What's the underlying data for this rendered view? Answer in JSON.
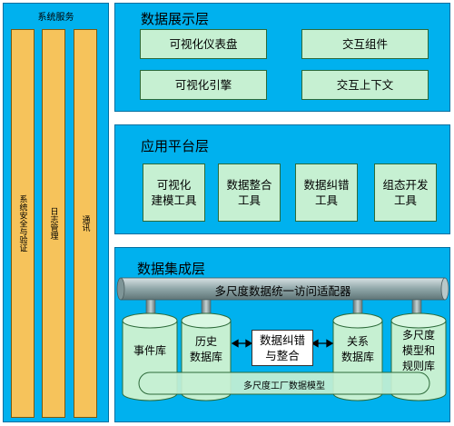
{
  "system_services": {
    "title": "系统服务",
    "columns": [
      "系统安全与验证",
      "日志管理",
      "通讯"
    ]
  },
  "display_layer": {
    "title": "数据展示层",
    "boxes": [
      "可视化仪表盘",
      "交互组件",
      "可视化引擎",
      "交互上下文"
    ]
  },
  "platform_layer": {
    "title": "应用平台层",
    "boxes": [
      "可视化\n建模工具",
      "数据整合\n工具",
      "数据纠错\n工具",
      "组态开发\n工具"
    ]
  },
  "integration_layer": {
    "title": "数据集成层",
    "adapter": "多尺度数据统一访问适配器",
    "databases": [
      "事件库",
      "历史\n数据库",
      "关系\n数据库",
      "多尺度\n模型和\n规则库"
    ],
    "process_box": "数据纠错\n与整合",
    "model_bus": "多尺度工厂数据模型"
  },
  "colors": {
    "panel": "#00b1ee",
    "green_box": "#c6f0d2",
    "orange_column": "#f6c35b",
    "cylinder": "#c6f0d2",
    "pipe": "#8fa6a8"
  }
}
